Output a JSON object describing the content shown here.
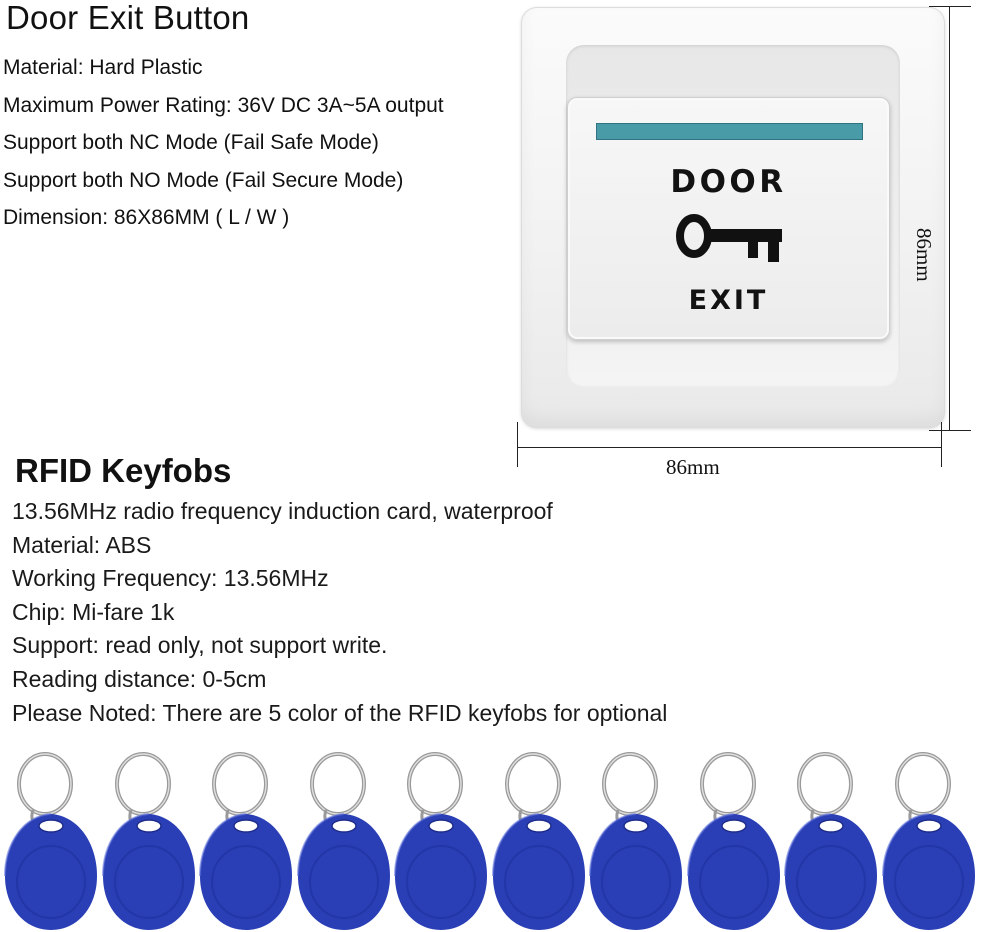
{
  "door_section": {
    "title": "Door Exit Button",
    "specs": [
      "Material: Hard Plastic",
      "Maximum Power Rating: 36V DC 3A~5A output",
      "Support both NC Mode (Fail Safe Mode)",
      "Support both NO Mode (Fail Secure Mode)",
      "Dimension:  86X86MM ( L / W  )"
    ]
  },
  "button_face": {
    "top_label": "DOOR",
    "bottom_label": "EXIT",
    "icon": "key-icon",
    "led_color": "#4a9ba8"
  },
  "dimensions": {
    "width_label": "86mm",
    "height_label": "86mm"
  },
  "rfid_section": {
    "title": "RFID Keyfobs",
    "specs": [
      "13.56MHz radio frequency induction card, waterproof",
      "Material: ABS",
      "Working Frequency: 13.56MHz",
      "Chip: Mi-fare 1k",
      "Support: read only, not support write.",
      "Reading distance: 0-5cm",
      "Please Noted: There are 5 color of the RFID keyfobs for optional"
    ]
  },
  "keyfobs": {
    "count": 10,
    "color": "#2a3fb5",
    "icon": "rfid-keyfob-icon"
  }
}
